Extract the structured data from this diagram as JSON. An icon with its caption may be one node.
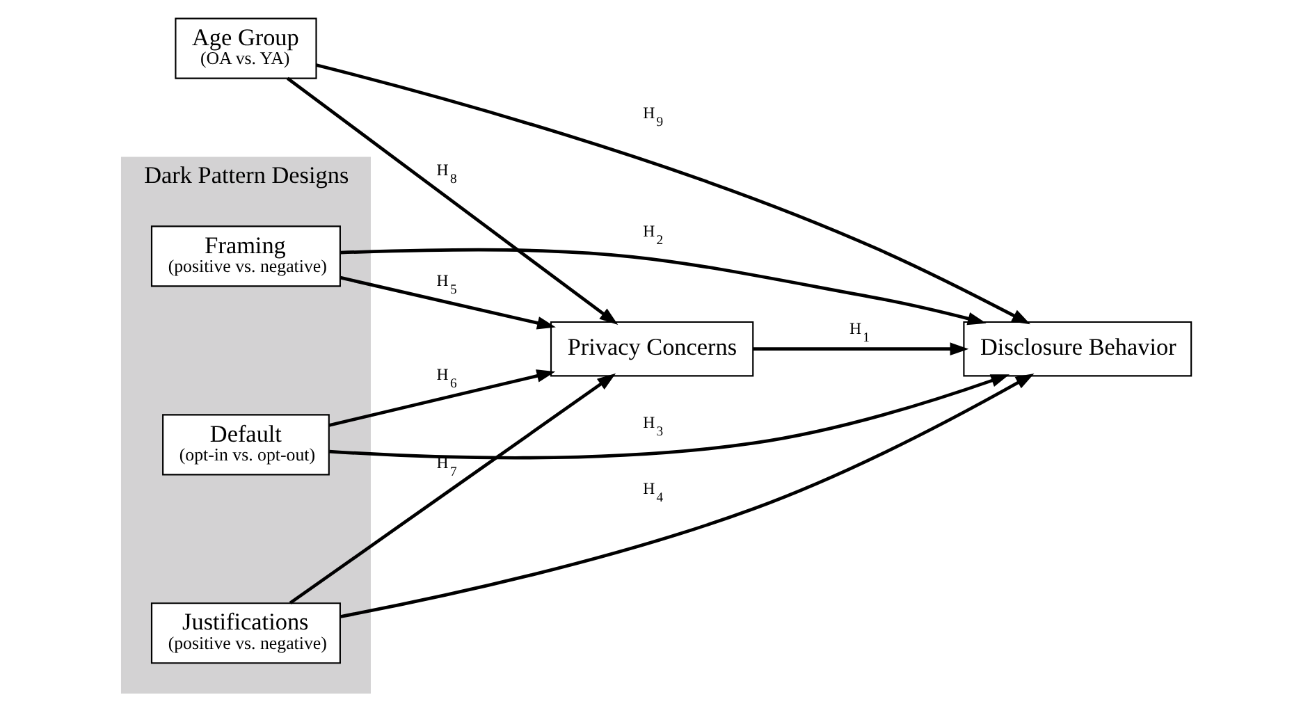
{
  "diagram": {
    "nodes": [
      {
        "text": [
          "Dark Pattern Designs"
        ]
      },
      {
        "text": [
          "Framing",
          "(positive vs. negative)"
        ],
        "in": 0
      },
      {
        "text": [
          "Default",
          "(opt-in vs. opt-out)"
        ],
        "in": 0
      },
      {
        "text": [
          "Justifications",
          "(positive vs. negative)"
        ],
        "in": 0
      },
      {
        "text": [
          "Age Group",
          "(OA vs. YA)"
        ]
      },
      {
        "text": [
          "Disclosure Behavior"
        ]
      },
      {
        "text": [
          "Privacy Concerns"
        ]
      }
    ],
    "edges": [
      {
        "from": 1,
        "to": 5,
        "arrow": "to",
        "label": "H$_{2}$"
      },
      {
        "from": 1,
        "to": 6,
        "arrow": "to",
        "label": "H$_{5}$"
      },
      {
        "from": 2,
        "to": 5,
        "arrow": "to",
        "label": "H$_{3}$"
      },
      {
        "from": 2,
        "to": 6,
        "arrow": "to",
        "label": "H$_{6}$"
      },
      {
        "from": 3,
        "to": 5,
        "arrow": "to",
        "label": "H$_{4}$"
      },
      {
        "from": 3,
        "to": 6,
        "arrow": "to",
        "label": "H$_{7}$"
      },
      {
        "from": 4,
        "to": 6,
        "arrow": "to",
        "label": "H$_{8}$"
      },
      {
        "from": 4,
        "to": 5,
        "arrow": "to",
        "label": "H$_{9}$"
      },
      {
        "from": 6,
        "to": 5,
        "arrow": "to",
        "label": "H$_{1}$"
      }
    ]
  }
}
